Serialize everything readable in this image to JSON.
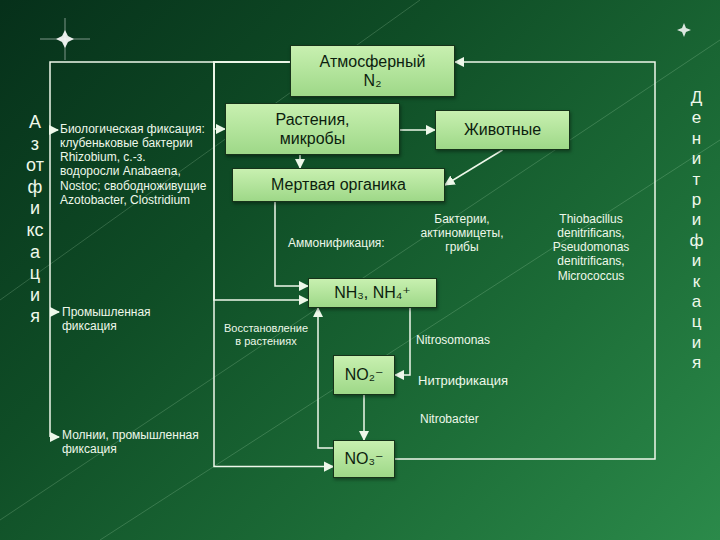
{
  "diagram": {
    "nodes": [
      {
        "text": [
          "Атмосферный N₂"
        ]
      },
      {
        "text": [
          "Растения, микробы"
        ]
      },
      {
        "text": [
          "Животные"
        ]
      },
      {
        "text": [
          "Мертвая органика"
        ]
      },
      {
        "text": [
          "NH₃, NH₄⁺"
        ]
      },
      {
        "text": [
          "NO₂⁻"
        ]
      },
      {
        "text": [
          "NO₃⁻"
        ]
      }
    ],
    "edges": [
      {
        "from": 0,
        "to": 1,
        "arrow": "to"
      },
      {
        "from": 0,
        "to": 4,
        "arrow": "to"
      },
      {
        "from": 0,
        "to": 6,
        "arrow": "to"
      },
      {
        "from": 1,
        "to": 2,
        "arrow": "to"
      },
      {
        "from": 1,
        "to": 3,
        "arrow": "to"
      },
      {
        "from": 2,
        "to": 3,
        "arrow": "to"
      },
      {
        "from": 3,
        "to": 4,
        "arrow": "to"
      },
      {
        "from": 4,
        "to": 5,
        "label": "Nitrosomonas",
        "arrow": "to"
      },
      {
        "from": 5,
        "to": 6,
        "label": "Nitrobacter",
        "arrow": "to"
      },
      {
        "from": 6,
        "to": 4,
        "arrow": "to"
      },
      {
        "from": 6,
        "to": 0,
        "arrow": "to"
      }
    ],
    "labels": [
      "Азотфиксация",
      "Денитрификация",
      "Биологическая фиксация: клубеньковые бактерии Rhizobium, с.-з. водоросли Anabaena, Nostoc; свободноживущие Azotobacter, Clostridium",
      "Промышленная фиксация",
      "Молнии, промышленная фиксация",
      "Аммонификация:",
      "Бактерии, актиномицеты, грибы",
      "Thiobacillus denitrificans, Pseudomonas denitrificans, Micrococcus",
      "Восстановление в растениях",
      "Нитрификация"
    ]
  }
}
